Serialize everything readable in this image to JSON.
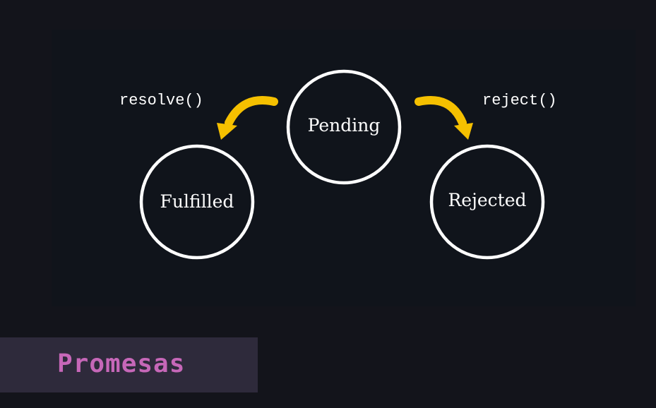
{
  "diagram": {
    "nodes": {
      "pending": "Pending",
      "fulfilled": "Fulfilled",
      "rejected": "Rejected"
    },
    "edges": {
      "resolve": "resolve()",
      "reject": "reject()"
    },
    "colors": {
      "arrow": "#f5c000",
      "circle": "#ffffff",
      "panel": "#10141b",
      "background": "#13141b"
    }
  },
  "banner": {
    "title": "Promesas",
    "text_color": "#c667b8",
    "background": "#2e2a3b"
  }
}
